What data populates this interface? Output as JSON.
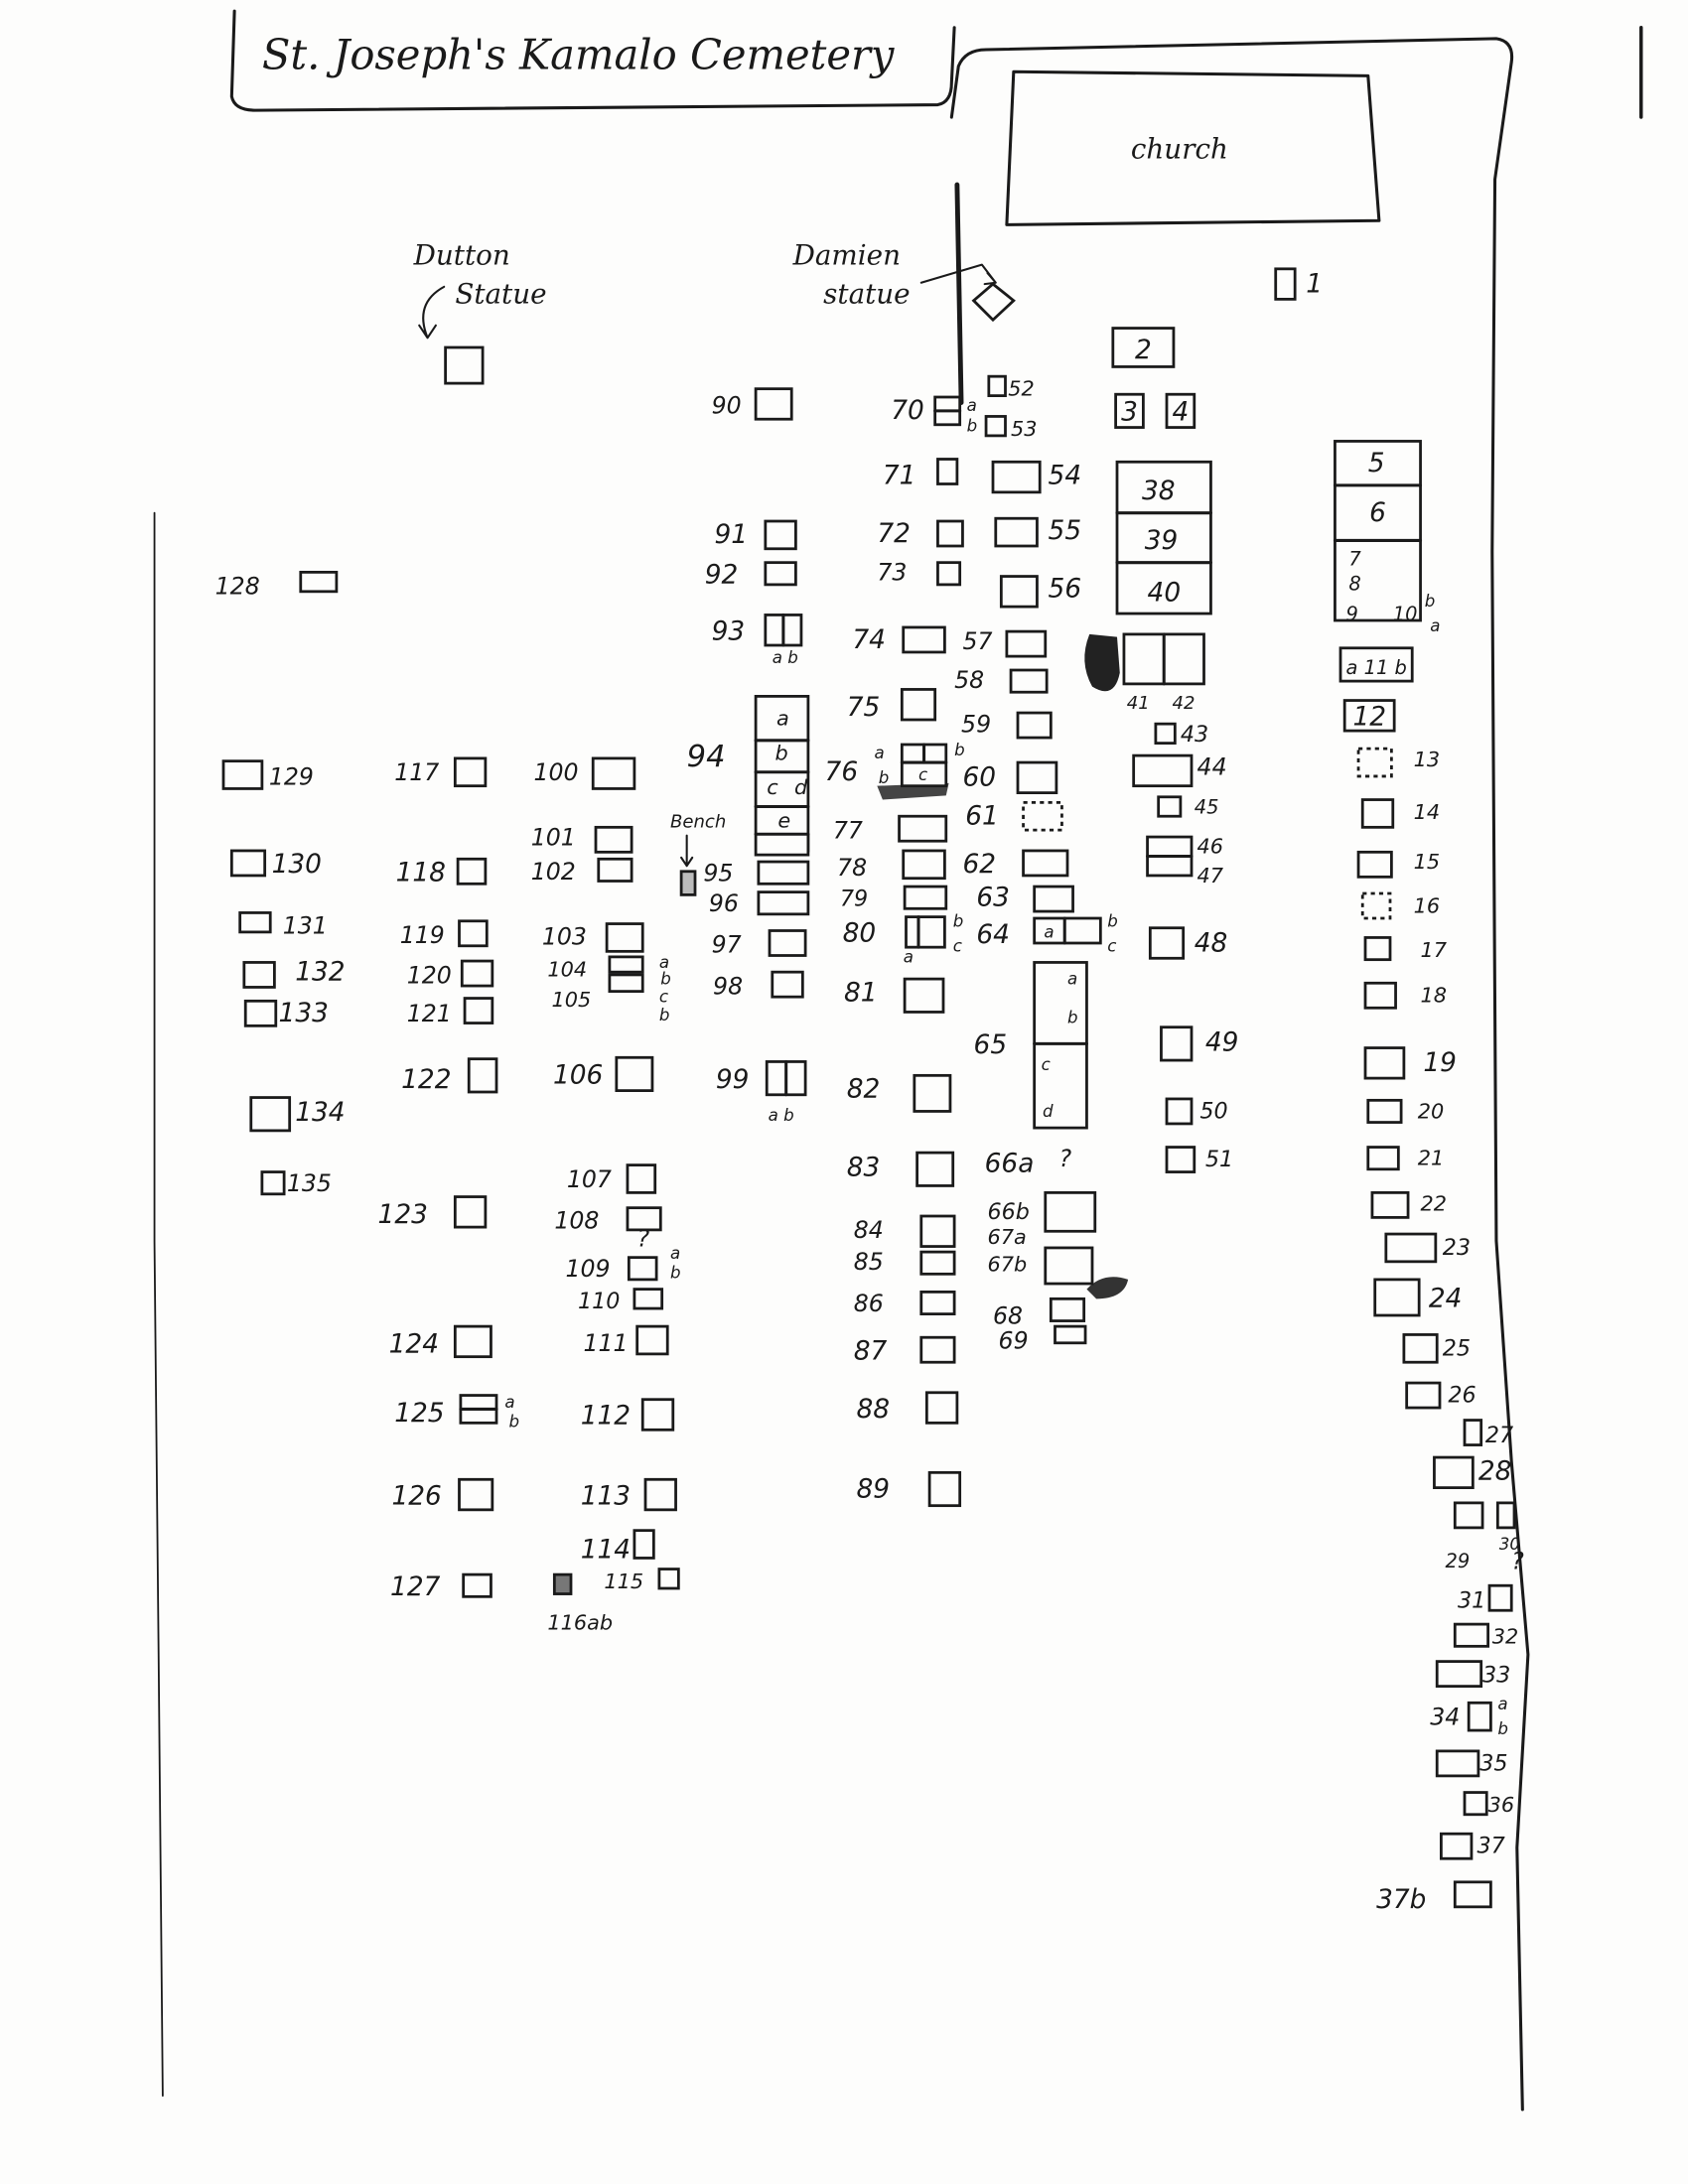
{
  "title": "St. Joseph's Kamalo Cemetery",
  "church": "church",
  "dutton_statue": [
    "Dutton",
    "Statue"
  ],
  "damien_statue": [
    "Damien",
    "statue"
  ],
  "bench": "Bench",
  "plots": [
    {
      "label": "1",
      "subs": []
    },
    {
      "label": "2",
      "subs": []
    },
    {
      "label": "3",
      "subs": []
    },
    {
      "label": "4",
      "subs": []
    },
    {
      "label": "5",
      "subs": []
    },
    {
      "label": "6",
      "subs": []
    },
    {
      "label": "7",
      "subs": []
    },
    {
      "label": "8",
      "subs": []
    },
    {
      "label": "9",
      "subs": []
    },
    {
      "label": "10",
      "subs": [
        "b",
        "a"
      ]
    },
    {
      "label": "a 11 b",
      "subs": []
    },
    {
      "label": "12",
      "subs": []
    },
    {
      "label": "13",
      "subs": []
    },
    {
      "label": "14",
      "subs": []
    },
    {
      "label": "15",
      "subs": []
    },
    {
      "label": "16",
      "subs": []
    },
    {
      "label": "17",
      "subs": []
    },
    {
      "label": "18",
      "subs": []
    },
    {
      "label": "19",
      "subs": []
    },
    {
      "label": "20",
      "subs": []
    },
    {
      "label": "21",
      "subs": []
    },
    {
      "label": "22",
      "subs": []
    },
    {
      "label": "23",
      "subs": []
    },
    {
      "label": "24",
      "subs": []
    },
    {
      "label": "25",
      "subs": []
    },
    {
      "label": "26",
      "subs": []
    },
    {
      "label": "27",
      "subs": []
    },
    {
      "label": "28",
      "subs": []
    },
    {
      "label": "29",
      "subs": []
    },
    {
      "label": "30",
      "subs": [
        "?"
      ]
    },
    {
      "label": "31",
      "subs": []
    },
    {
      "label": "32",
      "subs": []
    },
    {
      "label": "33",
      "subs": []
    },
    {
      "label": "34",
      "subs": [
        "a",
        "b"
      ]
    },
    {
      "label": "35",
      "subs": []
    },
    {
      "label": "36",
      "subs": []
    },
    {
      "label": "37",
      "subs": []
    },
    {
      "label": "37b",
      "subs": []
    },
    {
      "label": "38",
      "subs": []
    },
    {
      "label": "39",
      "subs": []
    },
    {
      "label": "40",
      "subs": []
    },
    {
      "label": "41",
      "subs": []
    },
    {
      "label": "42",
      "subs": []
    },
    {
      "label": "43",
      "subs": []
    },
    {
      "label": "44",
      "subs": []
    },
    {
      "label": "45",
      "subs": []
    },
    {
      "label": "46",
      "subs": []
    },
    {
      "label": "47",
      "subs": []
    },
    {
      "label": "48",
      "subs": []
    },
    {
      "label": "49",
      "subs": []
    },
    {
      "label": "50",
      "subs": []
    },
    {
      "label": "51",
      "subs": []
    },
    {
      "label": "52",
      "subs": []
    },
    {
      "label": "53",
      "subs": []
    },
    {
      "label": "54",
      "subs": []
    },
    {
      "label": "55",
      "subs": []
    },
    {
      "label": "56",
      "subs": []
    },
    {
      "label": "57",
      "subs": []
    },
    {
      "label": "58",
      "subs": []
    },
    {
      "label": "59",
      "subs": []
    },
    {
      "label": "60",
      "subs": []
    },
    {
      "label": "61",
      "subs": []
    },
    {
      "label": "62",
      "subs": []
    },
    {
      "label": "63",
      "subs": []
    },
    {
      "label": "64",
      "subs": [
        "a",
        "b",
        "c"
      ]
    },
    {
      "label": "65",
      "subs": [
        "a",
        "b",
        "c",
        "d"
      ]
    },
    {
      "label": "66a",
      "subs": [
        "?"
      ]
    },
    {
      "label": "66b",
      "subs": []
    },
    {
      "label": "67a",
      "subs": []
    },
    {
      "label": "67b",
      "subs": []
    },
    {
      "label": "68",
      "subs": []
    },
    {
      "label": "69",
      "subs": []
    },
    {
      "label": "70",
      "subs": [
        "a",
        "b"
      ]
    },
    {
      "label": "71",
      "subs": []
    },
    {
      "label": "72",
      "subs": []
    },
    {
      "label": "73",
      "subs": []
    },
    {
      "label": "74",
      "subs": []
    },
    {
      "label": "75",
      "subs": []
    },
    {
      "label": "76",
      "subs": [
        "a",
        "b",
        "c",
        "b"
      ]
    },
    {
      "label": "77",
      "subs": []
    },
    {
      "label": "78",
      "subs": []
    },
    {
      "label": "79",
      "subs": []
    },
    {
      "label": "80",
      "subs": [
        "b",
        "c",
        "a"
      ]
    },
    {
      "label": "81",
      "subs": []
    },
    {
      "label": "82",
      "subs": []
    },
    {
      "label": "83",
      "subs": []
    },
    {
      "label": "84",
      "subs": []
    },
    {
      "label": "85",
      "subs": []
    },
    {
      "label": "86",
      "subs": []
    },
    {
      "label": "87",
      "subs": []
    },
    {
      "label": "88",
      "subs": []
    },
    {
      "label": "89",
      "subs": []
    },
    {
      "label": "90",
      "subs": []
    },
    {
      "label": "91",
      "subs": []
    },
    {
      "label": "92",
      "subs": []
    },
    {
      "label": "93",
      "subs": [
        "a b"
      ]
    },
    {
      "label": "94",
      "subs": [
        "a",
        "b",
        "c",
        "d",
        "e"
      ]
    },
    {
      "label": "95",
      "subs": []
    },
    {
      "label": "96",
      "subs": []
    },
    {
      "label": "97",
      "subs": []
    },
    {
      "label": "98",
      "subs": []
    },
    {
      "label": "99",
      "subs": [
        "a b"
      ]
    },
    {
      "label": "100",
      "subs": []
    },
    {
      "label": "101",
      "subs": []
    },
    {
      "label": "102",
      "subs": []
    },
    {
      "label": "103",
      "subs": []
    },
    {
      "label": "104",
      "subs": [
        "a",
        "b",
        "c",
        "b"
      ]
    },
    {
      "label": "105",
      "subs": []
    },
    {
      "label": "106",
      "subs": []
    },
    {
      "label": "107",
      "subs": []
    },
    {
      "label": "108",
      "subs": []
    },
    {
      "label": "109",
      "subs": [
        "?",
        "a",
        "b"
      ]
    },
    {
      "label": "110",
      "subs": []
    },
    {
      "label": "111",
      "subs": []
    },
    {
      "label": "112",
      "subs": []
    },
    {
      "label": "113",
      "subs": []
    },
    {
      "label": "114",
      "subs": []
    },
    {
      "label": "115",
      "subs": []
    },
    {
      "label": "116ab",
      "subs": []
    },
    {
      "label": "117",
      "subs": []
    },
    {
      "label": "118",
      "subs": []
    },
    {
      "label": "119",
      "subs": []
    },
    {
      "label": "120",
      "subs": []
    },
    {
      "label": "121",
      "subs": []
    },
    {
      "label": "122",
      "subs": []
    },
    {
      "label": "123",
      "subs": []
    },
    {
      "label": "124",
      "subs": []
    },
    {
      "label": "125",
      "subs": [
        "a",
        "b"
      ]
    },
    {
      "label": "126",
      "subs": []
    },
    {
      "label": "127",
      "subs": []
    },
    {
      "label": "128",
      "subs": []
    },
    {
      "label": "129",
      "subs": []
    },
    {
      "label": "130",
      "subs": []
    },
    {
      "label": "131",
      "subs": []
    },
    {
      "label": "132",
      "subs": []
    },
    {
      "label": "133",
      "subs": []
    },
    {
      "label": "134",
      "subs": []
    },
    {
      "label": "135",
      "subs": []
    }
  ]
}
